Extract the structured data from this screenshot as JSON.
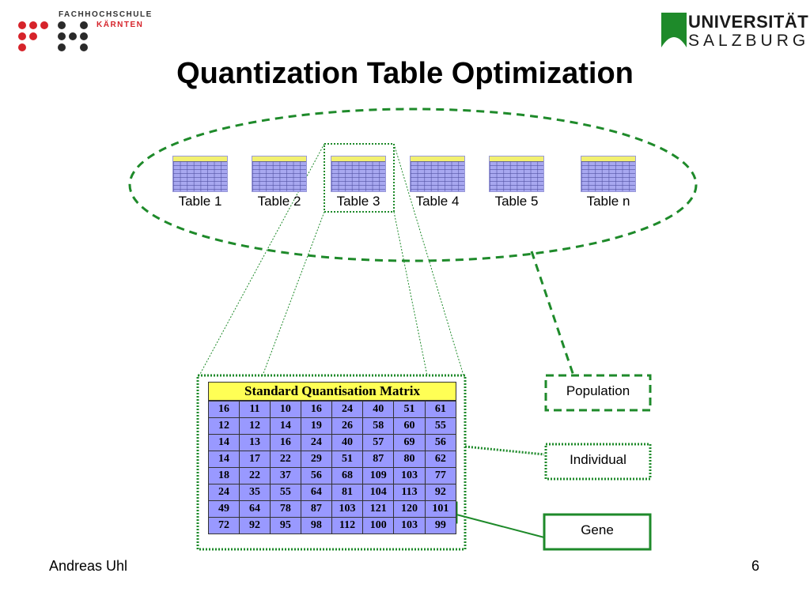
{
  "header": {
    "left_logo_line1": "FACHHOCHSCHULE",
    "left_logo_line2": "KÄRNTEN",
    "right_logo_line1": "UNIVERSITÄT",
    "right_logo_line2": "SALZBURG"
  },
  "title": "Quantization Table Optimization",
  "population": {
    "tables": [
      "Table 1",
      "Table 2",
      "Table 3",
      "Table 4",
      "Table 5",
      "Table n"
    ]
  },
  "matrix": {
    "title": "Standard Quantisation Matrix",
    "rows": [
      [
        "16",
        "11",
        "10",
        "16",
        "24",
        "40",
        "51",
        "61"
      ],
      [
        "12",
        "12",
        "14",
        "19",
        "26",
        "58",
        "60",
        "55"
      ],
      [
        "14",
        "13",
        "16",
        "24",
        "40",
        "57",
        "69",
        "56"
      ],
      [
        "14",
        "17",
        "22",
        "29",
        "51",
        "87",
        "80",
        "62"
      ],
      [
        "18",
        "22",
        "37",
        "56",
        "68",
        "109",
        "103",
        "77"
      ],
      [
        "24",
        "35",
        "55",
        "64",
        "81",
        "104",
        "113",
        "92"
      ],
      [
        "49",
        "64",
        "78",
        "87",
        "103",
        "121",
        "120",
        "101"
      ],
      [
        "72",
        "92",
        "95",
        "98",
        "112",
        "100",
        "103",
        "99"
      ]
    ],
    "highlighted_cell": {
      "row": 6,
      "col": 7
    }
  },
  "labels": {
    "population": "Population",
    "individual": "Individual",
    "gene": "Gene"
  },
  "footer": {
    "author": "Andreas Uhl",
    "page": "6"
  },
  "colors": {
    "accent_green": "#1e8a2a",
    "matrix_cell": "#9999ff",
    "matrix_header": "#ffff55"
  }
}
